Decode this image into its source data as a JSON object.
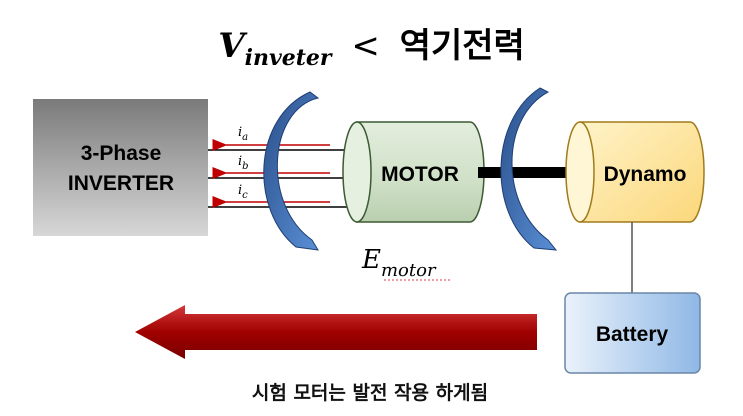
{
  "title": {
    "main_symbol": "V",
    "subscript": "inveter",
    "operator": "<",
    "korean": "역기전력"
  },
  "inverter": {
    "line1": "3-Phase",
    "line2": "INVERTER"
  },
  "currents": [
    {
      "symbol": "i",
      "sub": "a"
    },
    {
      "symbol": "i",
      "sub": "b"
    },
    {
      "symbol": "i",
      "sub": "c"
    }
  ],
  "motor": {
    "label": "MOTOR"
  },
  "dynamo": {
    "label": "Dynamo"
  },
  "battery": {
    "label": "Battery"
  },
  "emf": {
    "symbol": "E",
    "subscript": "motor"
  },
  "caption": "시험 모터는 발전 작용 하게됨",
  "colors": {
    "motor_fill": "#d9e8d4",
    "dynamo_fill": "#fde9a6",
    "battery_fill": "#bcd6f2",
    "current_arrow": "#c00000",
    "big_arrow": "#b00000",
    "rotation_arrow": "#3d6fb5"
  }
}
